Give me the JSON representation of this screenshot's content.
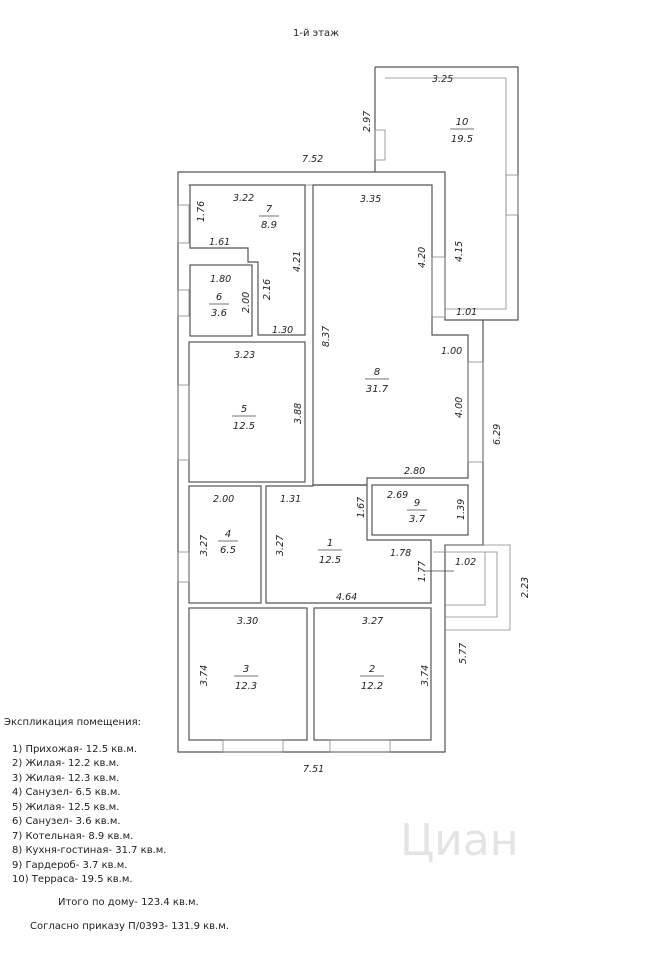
{
  "title": "1-й этаж",
  "rooms": [
    {
      "num": "1",
      "area": "12.5"
    },
    {
      "num": "2",
      "area": "12.2"
    },
    {
      "num": "3",
      "area": "12.3"
    },
    {
      "num": "4",
      "area": "6.5"
    },
    {
      "num": "5",
      "area": "12.5"
    },
    {
      "num": "6",
      "area": "3.6"
    },
    {
      "num": "7",
      "area": "8.9"
    },
    {
      "num": "8",
      "area": "31.7"
    },
    {
      "num": "9",
      "area": "3.7"
    },
    {
      "num": "10",
      "area": "19.5"
    }
  ],
  "dims": [
    "3.25",
    "2.97",
    "7.52",
    "3.22",
    "1.76",
    "1.61",
    "4.21",
    "3.35",
    "4.20",
    "4.15",
    "1.80",
    "2.00",
    "2.16",
    "1.30",
    "1.01",
    "8.37",
    "3.23",
    "1.00",
    "3.88",
    "4.00",
    "6.29",
    "2.80",
    "2.00",
    "1.31",
    "1.67",
    "2.69",
    "1.39",
    "3.27",
    "3.27",
    "1.78",
    "1.77",
    "1.02",
    "2.23",
    "4.64",
    "3.30",
    "3.27",
    "3.74",
    "3.74",
    "5.77",
    "7.51"
  ],
  "legend": {
    "heading": "Экспликация помещения:",
    "items": [
      "1) Прихожая- 12.5 кв.м.",
      "2) Жилая- 12.2 кв.м.",
      "3) Жилая- 12.3 кв.м.",
      "4) Санузел- 6.5 кв.м.",
      "5) Жилая- 12.5 кв.м.",
      "6) Санузел- 3.6 кв.м.",
      "7) Котельная- 8.9 кв.м.",
      "8) Кухня-гостиная- 31.7 кв.м.",
      "9) Гардероб- 3.7 кв.м.",
      "10) Терраса- 19.5 кв.м."
    ],
    "total": "Итого по дому- 123.4 кв.м.",
    "order": "Согласно приказу П/0393- 131.9 кв.м."
  },
  "watermark": "Циан"
}
